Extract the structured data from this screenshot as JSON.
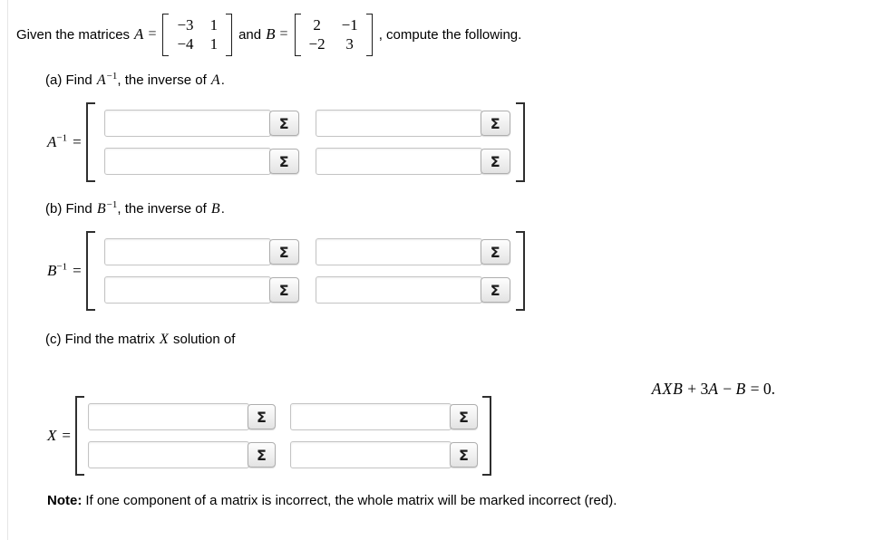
{
  "header": {
    "text_before": "Given the matrices",
    "var_a": "A",
    "eq_a": "=",
    "matrix_a": {
      "rows": [
        [
          "−3",
          "1"
        ],
        [
          "−4",
          "1"
        ]
      ]
    },
    "text_and": "and",
    "var_b": "B",
    "eq_b": "=",
    "matrix_b": {
      "rows": [
        [
          "2",
          "−1"
        ],
        [
          "−2",
          "3"
        ]
      ]
    },
    "text_after": ", compute the following."
  },
  "part_a": {
    "heading": {
      "pre": "(a) Find ",
      "var": "A",
      "sup": "−1",
      "mid": ", the inverse of ",
      "var2": "A",
      "end": "."
    },
    "label": {
      "var": "A",
      "sup": "−1",
      "eq": "="
    },
    "values": [
      "",
      "",
      "",
      ""
    ]
  },
  "part_b": {
    "heading": {
      "pre": "(b) Find ",
      "var": "B",
      "sup": "−1",
      "mid": ", the inverse of ",
      "var2": "B",
      "end": "."
    },
    "label": {
      "var": "B",
      "sup": "−1",
      "eq": "="
    },
    "values": [
      "",
      "",
      "",
      ""
    ]
  },
  "part_c": {
    "heading": {
      "pre": "(c) Find the matrix ",
      "var": "X",
      "end": " solution of"
    },
    "equation": {
      "v1": "AXB",
      "s1": " + 3",
      "v2": "A",
      "s2": " − ",
      "v3": "B",
      "s3": " = 0."
    },
    "label": {
      "var": "X",
      "eq": "="
    },
    "values": [
      "",
      "",
      "",
      ""
    ]
  },
  "controls": {
    "sigma": "Σ"
  },
  "note": {
    "label": "Note:",
    "text": "If one component of a matrix is incorrect, the whole matrix will be marked incorrect (red)."
  },
  "colors": {
    "bracket": "#2f2f2f",
    "input_border": "#c4c4c4",
    "button_face": "#eeeeee"
  }
}
